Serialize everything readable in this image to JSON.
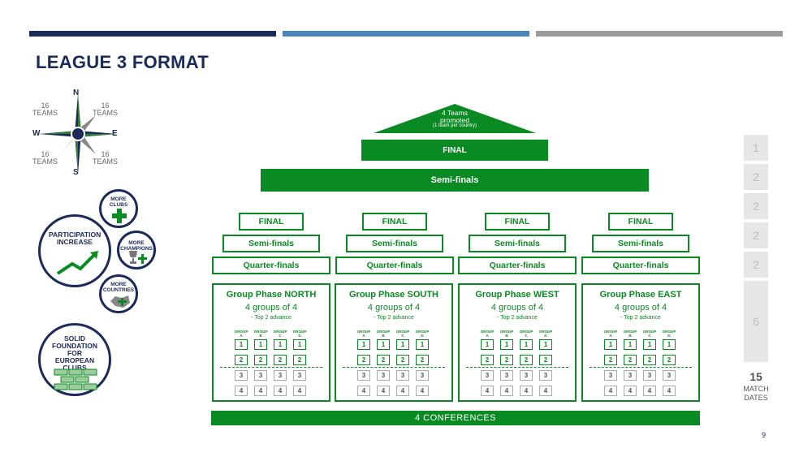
{
  "title": "LEAGUE 3 FORMAT",
  "colors": {
    "navy": "#1b2a5a",
    "blue": "#4a86b8",
    "gray": "#9a9a9a",
    "green": "#0a8a22"
  },
  "compass": {
    "n": "N",
    "s": "S",
    "e": "E",
    "w": "W",
    "nw": "16\nTEAMS",
    "ne": "16\nTEAMS",
    "sw": "16\nTEAMS",
    "se": "16\nTEAMS"
  },
  "circles": {
    "participation": "PARTICIPATION INCREASE",
    "clubs": "MORE CLUBS",
    "champions": "MORE CHAMPIONS",
    "countries": "MORE COUNTRIES",
    "foundation": "SOLID FOUNDATION FOR EUROPEAN CLUBS"
  },
  "pyramid": {
    "promoted_line1": "4 Teams",
    "promoted_line2": "promoted",
    "promoted_line3": "(1 team per country)",
    "final": "FINAL",
    "semis": "Semi-finals"
  },
  "conferences": [
    {
      "final": "FINAL",
      "semis": "Semi-finals",
      "quarters": "Quarter-finals",
      "title": "Group Phase NORTH",
      "groups": "4 groups of 4",
      "advance": "- Top 2 advance"
    },
    {
      "final": "FINAL",
      "semis": "Semi-finals",
      "quarters": "Quarter-finals",
      "title": "Group Phase SOUTH",
      "groups": "4 groups of 4",
      "advance": "- Top 2 advance"
    },
    {
      "final": "FINAL",
      "semis": "Semi-finals",
      "quarters": "Quarter-finals",
      "title": "Group Phase WEST",
      "groups": "4 groups of 4",
      "advance": "- Top 2 advance"
    },
    {
      "final": "FINAL",
      "semis": "Semi-finals",
      "quarters": "Quarter-finals",
      "title": "Group Phase EAST",
      "groups": "4 groups of 4",
      "advance": "- Top 2 advance"
    }
  ],
  "group_heads": [
    "GROUP\nA",
    "GROUP\nB",
    "GROUP\nC",
    "GROUP\nD"
  ],
  "positions": [
    "1",
    "2",
    "3",
    "4"
  ],
  "footer": "4 CONFERENCES",
  "match_dates": [
    "1",
    "2",
    "2",
    "2",
    "2",
    "6"
  ],
  "total_num": "15",
  "total_label": "MATCH\nDATES",
  "page_number": "9"
}
